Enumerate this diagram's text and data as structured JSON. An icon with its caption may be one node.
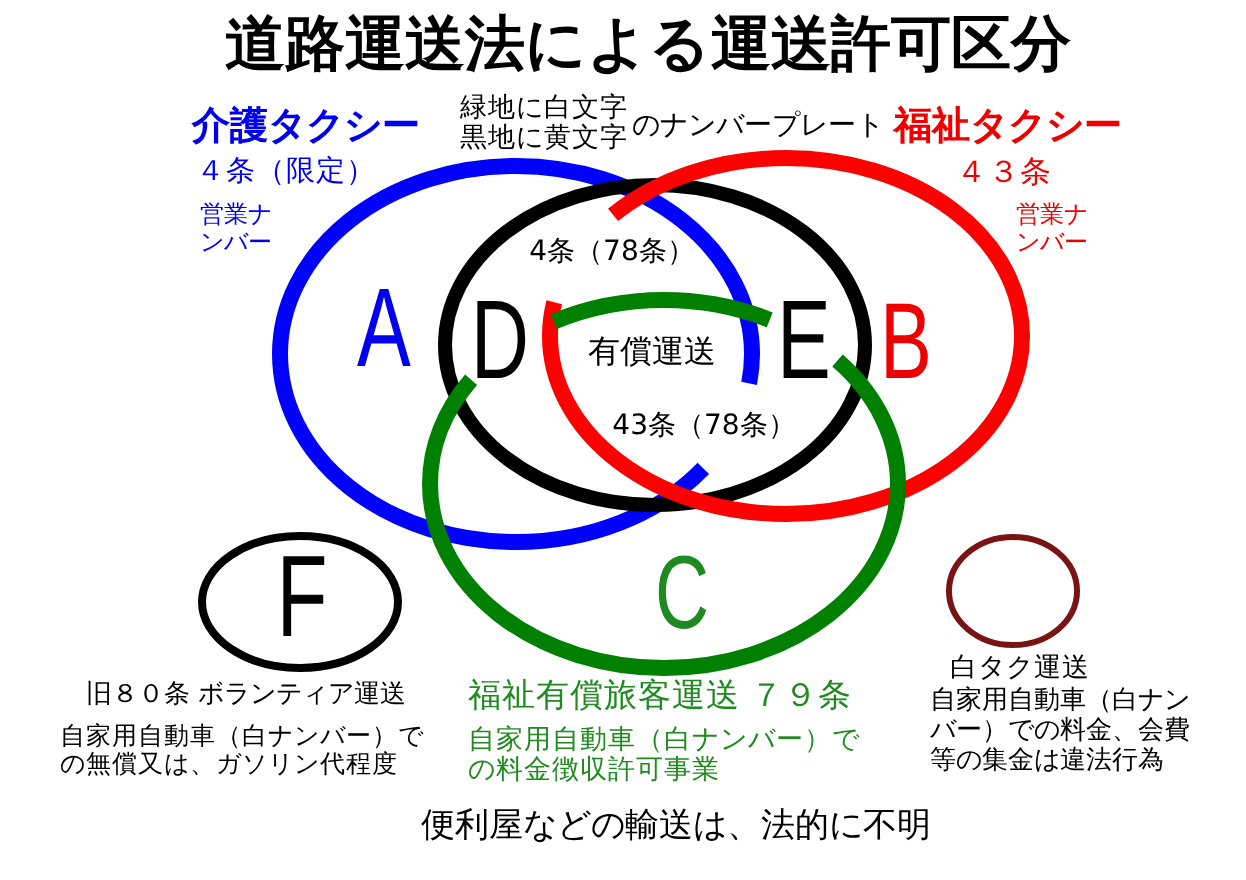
{
  "diagram": {
    "title": "道路運送法による運送許可区分",
    "nodes": [
      {
        "text": [
          "介護タクシー",
          "４条（限定）",
          "営業ナンバー",
          "A"
        ]
      },
      {
        "text": [
          "4条（78条）",
          "D",
          "有償運送",
          "E",
          "43条（78条）"
        ]
      },
      {
        "text": [
          "福祉タクシー",
          "４３条",
          "営業ナンバー",
          "B"
        ]
      },
      {
        "text": [
          "C"
        ],
        "beside": [
          "福祉有償旅客運送 ７９条",
          "自家用自動車（白ナンバー）での料金徴収許可事業"
        ]
      },
      {
        "text": [
          "F"
        ],
        "beside": [
          "旧８０条 ボランティア運送",
          "自家用自動車（白ナンバー）での無償又は、ガソリン代程度"
        ]
      },
      {
        "text": [],
        "shape": "circle",
        "beside": [
          "白タク運送",
          "自家用自動車（白ナンバー）での料金、会費等の集金は違法行為"
        ]
      }
    ],
    "labels": [
      "緑地に白文字",
      "黒地に黄文字",
      "のナンバープレート",
      "便利屋などの輸送は、法的に不明"
    ]
  }
}
